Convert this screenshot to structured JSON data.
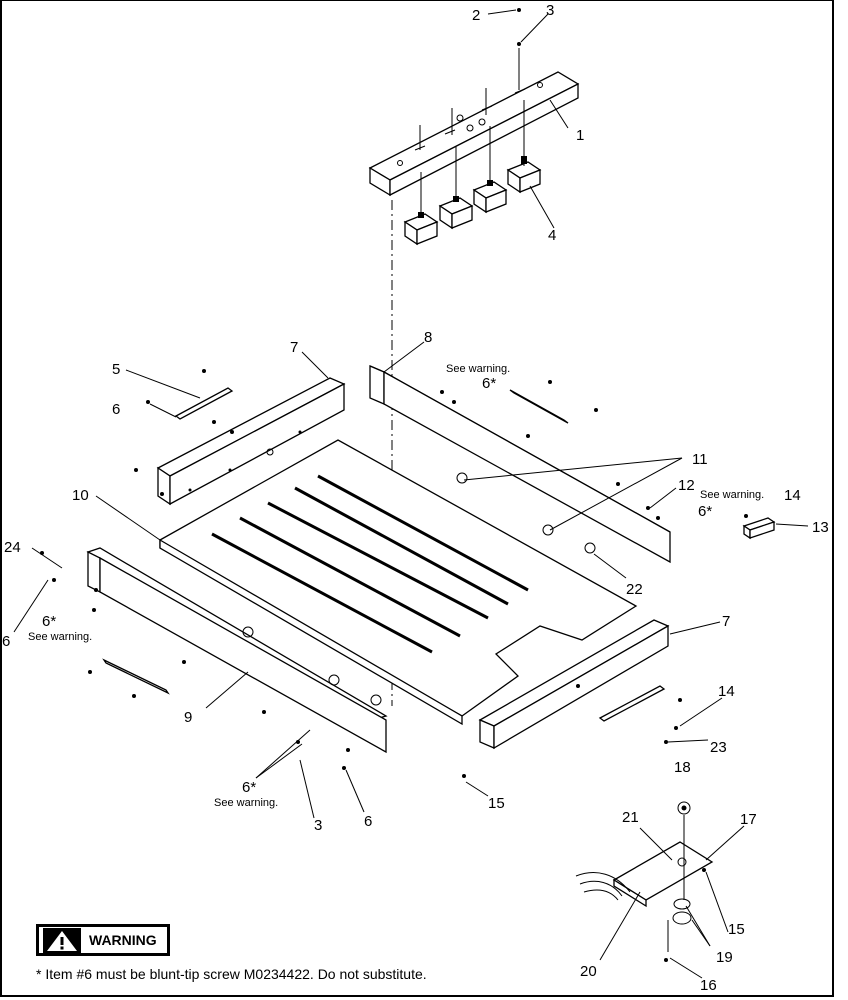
{
  "callouts": {
    "c1": "1",
    "c2": "2",
    "c3a": "3",
    "c3b": "3",
    "c4": "4",
    "c5": "5",
    "c6a": "6",
    "c6b": "6",
    "c6c": "6",
    "c6d": "6*",
    "c6e": "6*",
    "c6f": "6*",
    "c6g": "6*",
    "c7a": "7",
    "c7b": "7",
    "c8": "8",
    "c9": "9",
    "c10": "10",
    "c11": "11",
    "c12": "12",
    "c13": "13",
    "c14a": "14",
    "c14b": "14",
    "c15a": "15",
    "c15b": "15",
    "c16": "16",
    "c17": "17",
    "c18": "18",
    "c19": "19",
    "c20": "20",
    "c21": "21",
    "c22": "22",
    "c23": "23",
    "c24": "24"
  },
  "notes": {
    "see_warning_1": "See warning.",
    "see_warning_2": "See warning.",
    "see_warning_3": "See warning.",
    "see_warning_4": "See warning."
  },
  "warning": {
    "label": "WARNING",
    "footnote": "* Item #6 must be blunt-tip screw M0234422.  Do not substitute."
  },
  "icons": {
    "warning_icon": "warning-triangle-icon"
  }
}
